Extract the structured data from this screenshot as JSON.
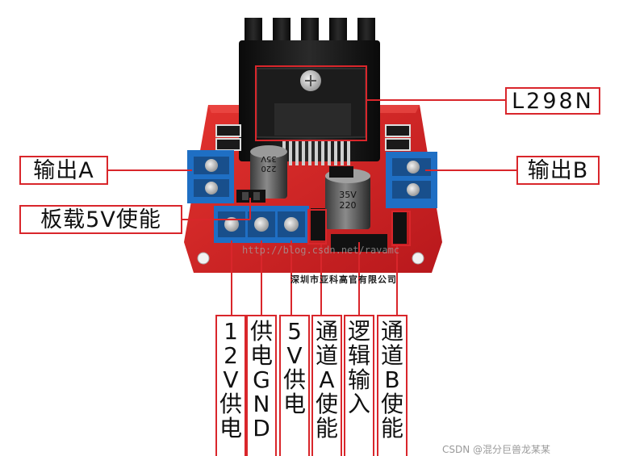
{
  "labels": {
    "chip": "L298N",
    "output_a": "输出A",
    "output_b": "输出B",
    "onboard_5v": "板载5V使能"
  },
  "vertical_labels": [
    {
      "name": "12v-supply",
      "text": "12V供电"
    },
    {
      "name": "gnd-supply",
      "text": "供电GND"
    },
    {
      "name": "5v-supply",
      "text": "5V供电"
    },
    {
      "name": "channel-a-enable",
      "text": "通道A使能"
    },
    {
      "name": "logic-input",
      "text": "逻辑输入"
    },
    {
      "name": "channel-b-enable",
      "text": "通道B使能"
    }
  ],
  "board_text": {
    "cap_value_1": "220",
    "cap_voltage_1": "35V",
    "cap_value_2": "220",
    "cap_voltage_2": "35V",
    "company": "深圳市亚科高官有限公司",
    "watermark": "http://blog.csdn.net/ravamc"
  },
  "footer_watermark": "CSDN @混分巨兽龙某某",
  "colors": {
    "board": "#d8262a",
    "heatsink": "#111111",
    "terminal": "#1f6fc4",
    "leader": "#d9262b"
  }
}
